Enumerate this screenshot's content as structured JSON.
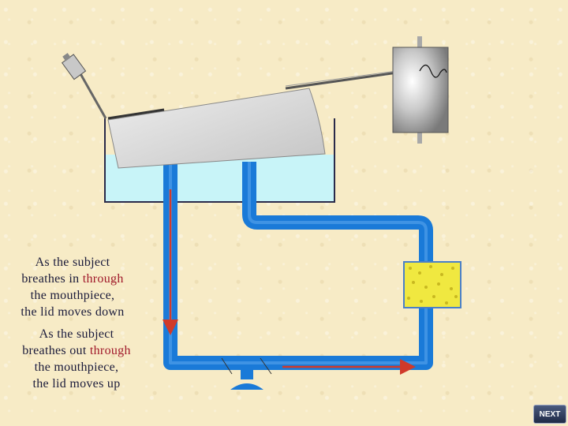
{
  "captions": {
    "inhale": {
      "line1": "As the subject",
      "line2_a": "breathes in",
      "line2_b": "through",
      "line3": "the mouthpiece,",
      "line4": "the lid moves down"
    },
    "exhale": {
      "line1": "As the subject",
      "line2_a": "breathes out",
      "line2_b": "through",
      "line3": "the mouthpiece,",
      "line4": "the lid moves up"
    }
  },
  "next_button": {
    "label": "NEXT"
  },
  "colors": {
    "tube": "#1a7ad8",
    "water": "#c8f4f8",
    "lid": "#dcdcdc",
    "arrow": "#d03a2a",
    "soda_lime": "#f0e840",
    "background": "#f7ebc6"
  },
  "icons": {
    "drum": "kymograph-drum",
    "absorber": "soda-lime-canister",
    "mouthpiece": "mouthpiece"
  }
}
